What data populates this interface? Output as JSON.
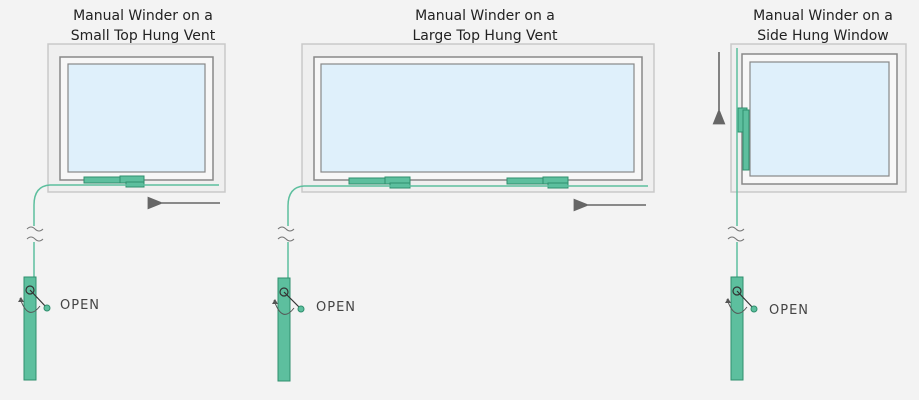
{
  "panels": [
    {
      "title_line1": "Manual Winder on a",
      "title_line2": "Small Top Hung Vent",
      "open_label": "OPEN"
    },
    {
      "title_line1": "Manual Winder on a",
      "title_line2": "Large Top Hung Vent",
      "open_label": "OPEN"
    },
    {
      "title_line1": "Manual Winder on a",
      "title_line2": "Side Hung Window",
      "open_label": "OPEN"
    }
  ],
  "colors": {
    "background": "#f3f3f3",
    "frame": "#c9c9c9",
    "frame_inner": "#888888",
    "glass": "#dff0fb",
    "winder_green": "#5dbf9e",
    "winder_dark": "#2f8f6d",
    "arrow": "#666666"
  }
}
